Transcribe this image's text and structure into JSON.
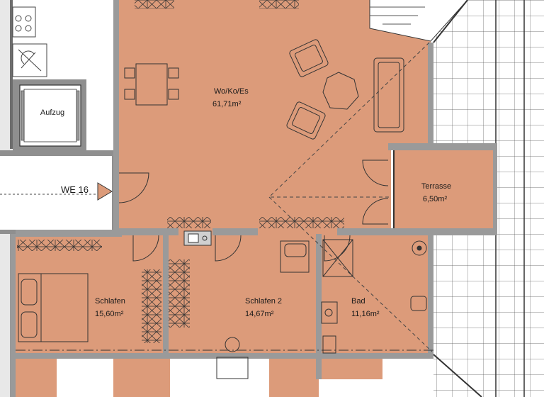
{
  "colors": {
    "floor": "#dc9b7a",
    "wall": "#9a9a9a",
    "wall_dark": "#6d6d6d",
    "line": "#222222",
    "background": "#ffffff",
    "grey_area": "#c8c8c8"
  },
  "labels": {
    "aufzug": "Aufzug",
    "we": "WE 16"
  },
  "rooms": [
    {
      "id": "wohnen",
      "name": "Wo/Ko/Es",
      "area": "61,71m²"
    },
    {
      "id": "terrasse",
      "name": "Terrasse",
      "area": "6,50m²"
    },
    {
      "id": "schlafen",
      "name": "Schlafen",
      "area": "15,60m²"
    },
    {
      "id": "schlafen2",
      "name": "Schlafen 2",
      "area": "14,67m²"
    },
    {
      "id": "bad",
      "name": "Bad",
      "area": "11,16m²"
    }
  ]
}
